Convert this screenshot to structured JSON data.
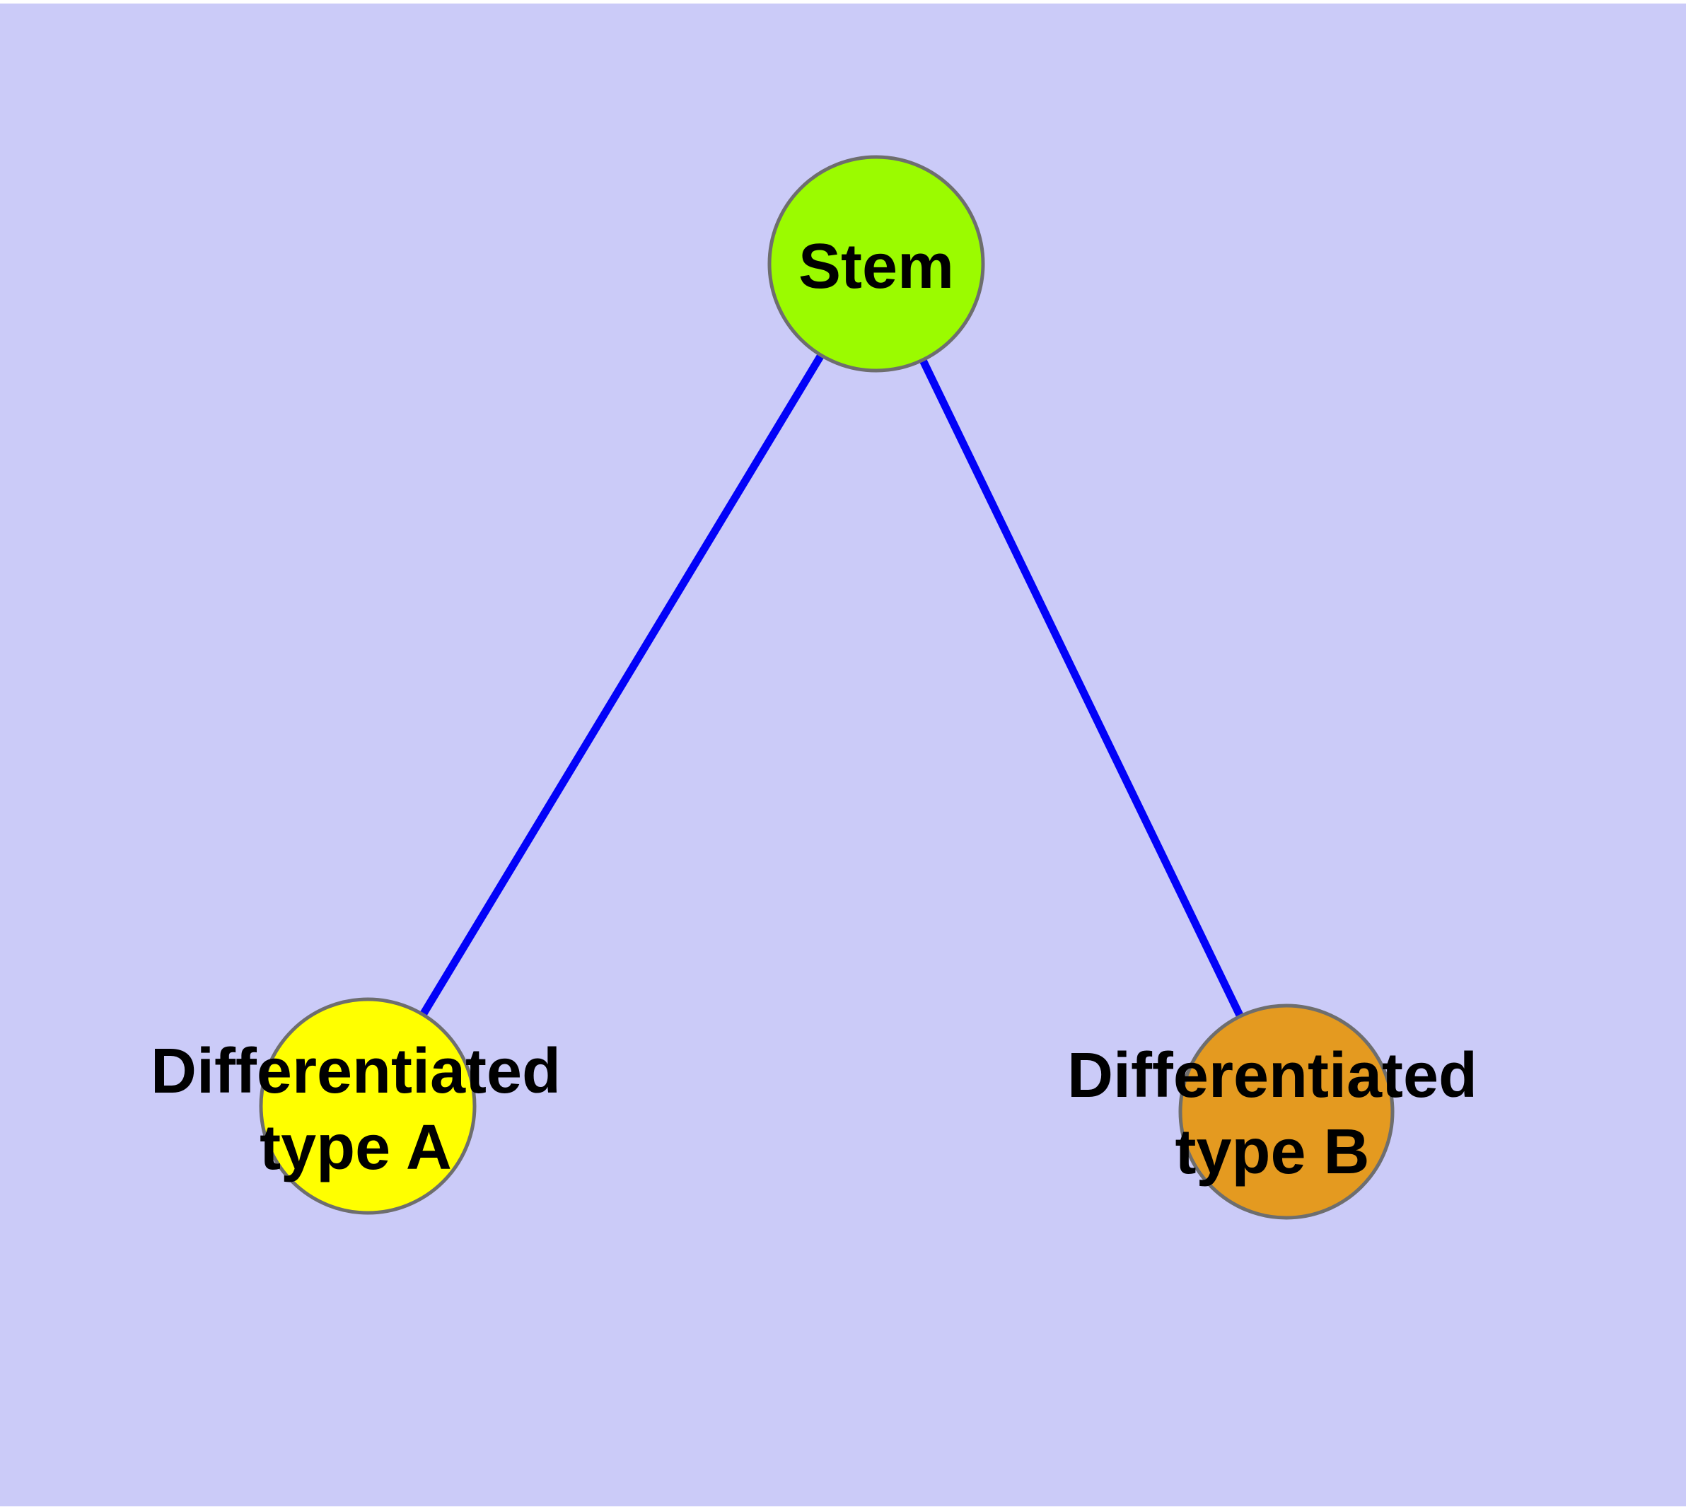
{
  "diagram": {
    "margin_color": "#FFFFFF",
    "background_color": "#CBCBF8",
    "edge_color": "#0202F8",
    "node_border_color": "#6E6E6E",
    "label_color": "#000000",
    "nodes": [
      {
        "id": "stem",
        "label": "Stem",
        "fill": "#9BFB00"
      },
      {
        "id": "differentiated-type-a",
        "label_line1": "Differentiated",
        "label_line2": "type A",
        "fill": "#FFFF00"
      },
      {
        "id": "differentiated-type-b",
        "label_line1": "Differentiated",
        "label_line2": "type B",
        "fill": "#E49A20"
      }
    ],
    "edges": [
      {
        "from": "Stem",
        "to": "Differentiated type A"
      },
      {
        "from": "Stem",
        "to": "Differentiated type B"
      }
    ]
  }
}
